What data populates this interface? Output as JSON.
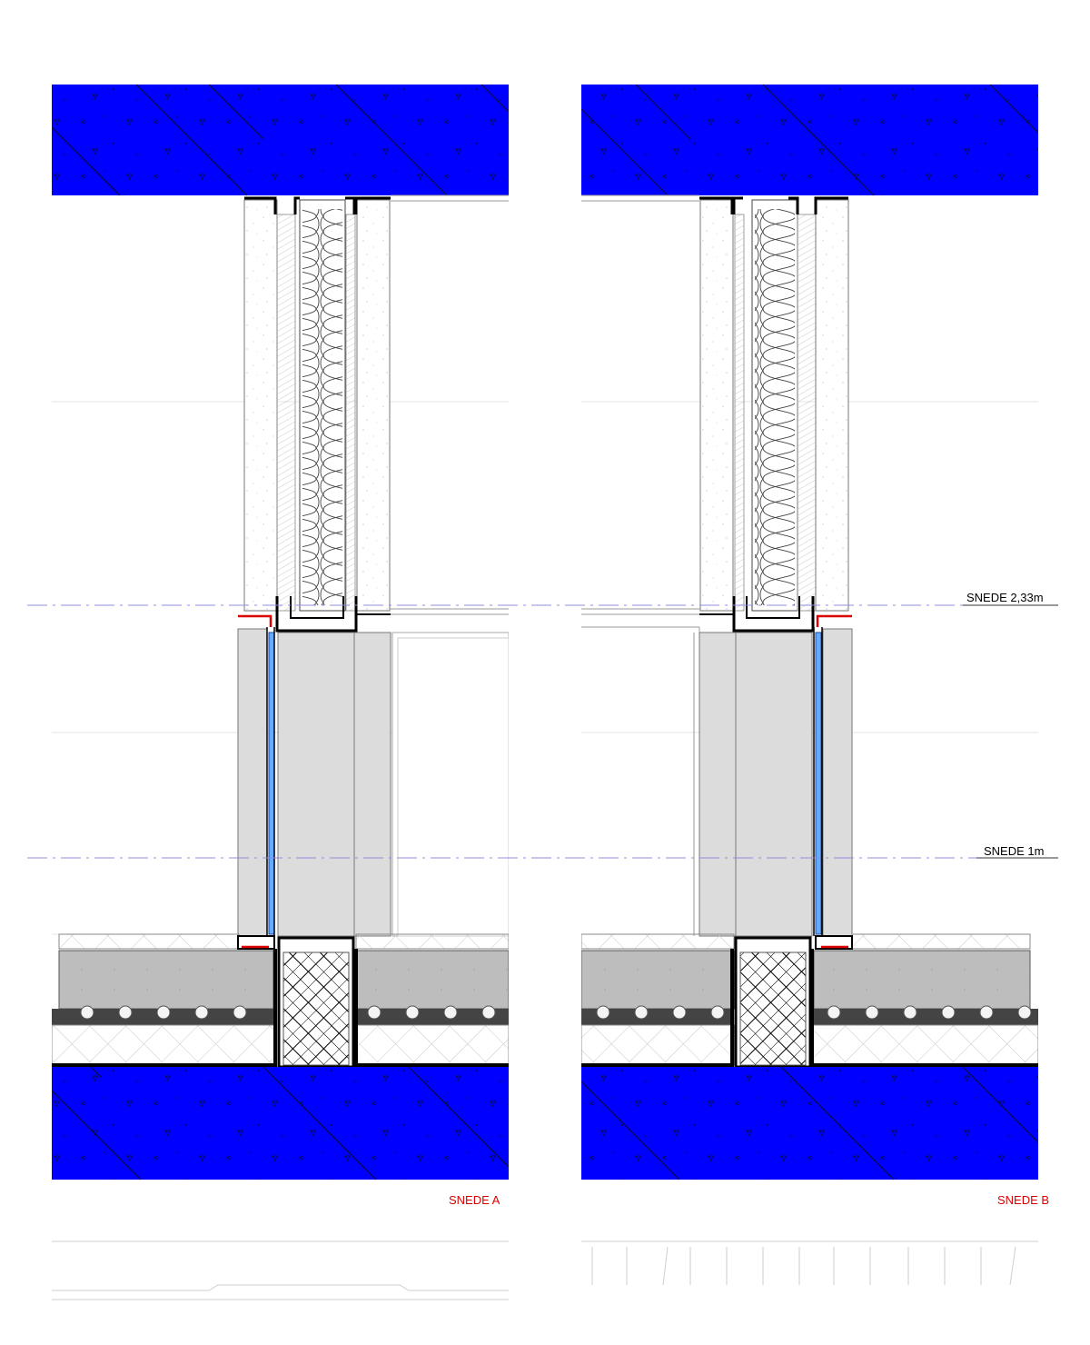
{
  "labels": {
    "section_233": "SNEDE 2,33m",
    "section_1m": "SNEDE 1m",
    "section_a": "SNEDE A",
    "section_b": "SNEDE B"
  },
  "colors": {
    "concrete_slab": "#0000ff",
    "slab_line": "#0a0a40",
    "panel_fill": "#dcdcdc",
    "screed_fill": "#bdbdbd",
    "glass": "#66aaff",
    "flashing": "#dd0000",
    "section_line": "#8c8cdc",
    "label_black": "#000000",
    "label_red": "#dd0000"
  },
  "icons": {
    "insulation": "wavy-insulation-hatch",
    "crossbeam": "crosshatch-block",
    "concrete": "concrete-speckle"
  }
}
